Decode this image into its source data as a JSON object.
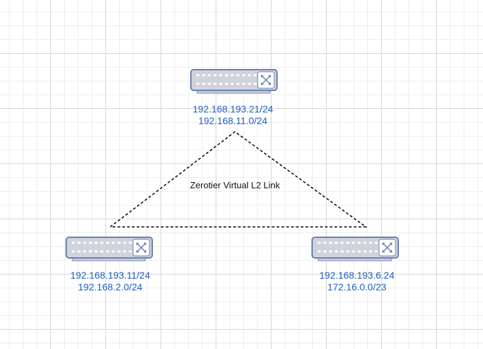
{
  "diagram": {
    "link_label": "Zerotier Virtual L2 Link",
    "nodes": [
      {
        "id": "top",
        "icon": "network-switch-icon",
        "lines": [
          "192.168.193.21/24",
          "192.168.11.0/24"
        ]
      },
      {
        "id": "left",
        "icon": "network-switch-icon",
        "lines": [
          "192.168.193.11/24",
          "192.168.2.0/24"
        ]
      },
      {
        "id": "right",
        "icon": "network-switch-icon",
        "lines": [
          "192.168.193.6.24",
          "172.16.0.0/23"
        ]
      }
    ],
    "colors": {
      "label_text": "#1f5fbf",
      "switch_body": "#cfd3dc",
      "switch_stroke": "#6b80b0",
      "port": "#ffffff",
      "link": "#000000"
    }
  }
}
